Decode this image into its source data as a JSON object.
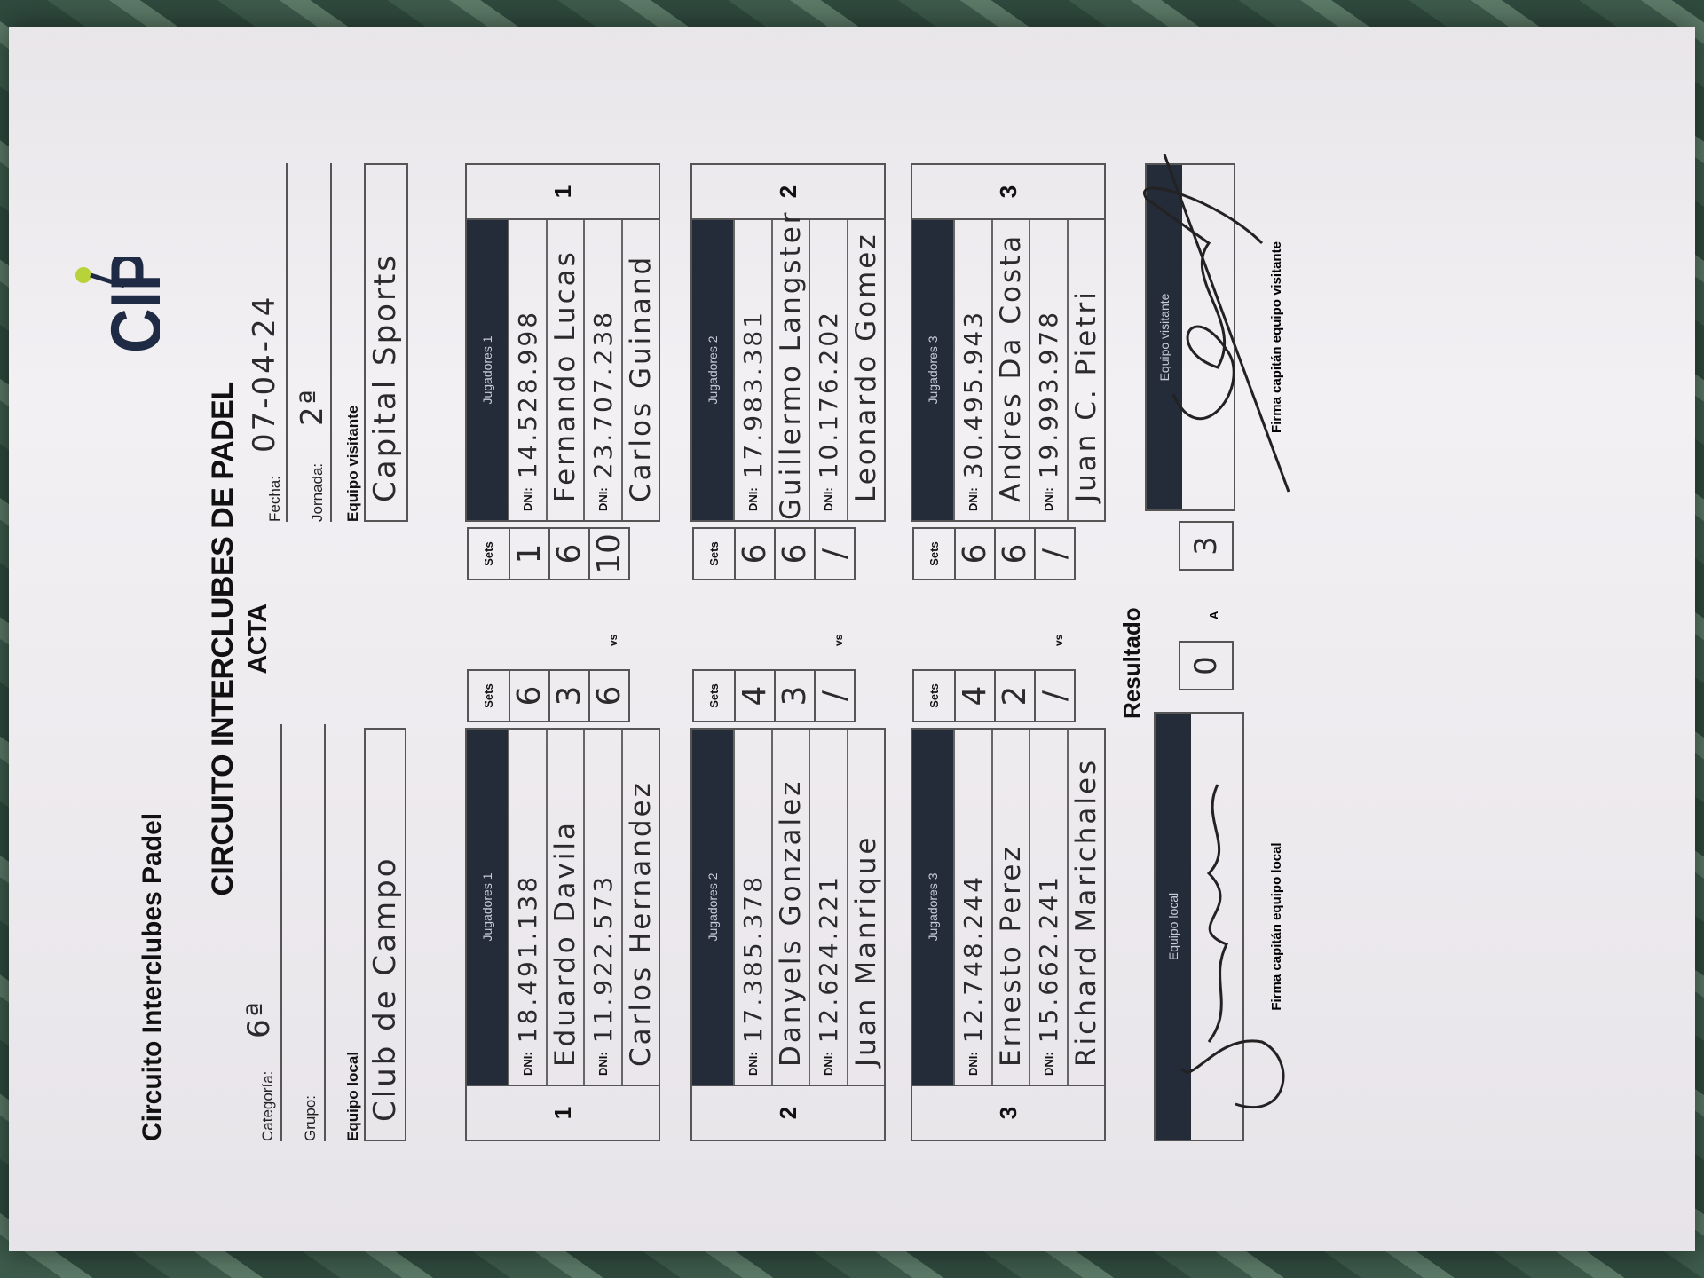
{
  "header": {
    "logo": "CIP",
    "title": "Circuito Interclubes Padel",
    "heading": "CIRCUITO INTERCLUBES DE PADEL",
    "subheading": "ACTA"
  },
  "fields": {
    "categoria": {
      "label": "Categoría:",
      "value": "6ª"
    },
    "grupo": {
      "label": "Grupo:",
      "value": ""
    },
    "fecha": {
      "label": "Fecha:",
      "value": "07-04-24"
    },
    "jornada": {
      "label": "Jornada:",
      "value": "2ª"
    },
    "equipo_local": {
      "label": "Equipo local",
      "value": "Club de Campo"
    },
    "equipo_visitante": {
      "label": "Equipo visitante",
      "value": "Capital Sports"
    }
  },
  "dni_label": "DNI:",
  "sets_label": "Sets",
  "vs_label": "vs",
  "matches": [
    {
      "number": "1",
      "local": {
        "header": "Jugadores 1",
        "p1_dni": "18.491.138",
        "p1_name": "Eduardo Davila",
        "p2_dni": "11.922.573",
        "p2_name": "Carlos Hernandez",
        "sets": [
          "6",
          "3",
          "6"
        ]
      },
      "visitor": {
        "header": "Jugadores 1",
        "p1_dni": "14.528.998",
        "p1_name": "Fernando Lucas",
        "p2_dni": "23.707.238",
        "p2_name": "Carlos Guinand",
        "sets": [
          "1",
          "6",
          "10"
        ]
      }
    },
    {
      "number": "2",
      "local": {
        "header": "Jugadores 2",
        "p1_dni": "17.385.378",
        "p1_name": "Danyels Gonzalez",
        "p2_dni": "12.624.221",
        "p2_name": "Juan Manrique",
        "sets": [
          "4",
          "3",
          "/"
        ]
      },
      "visitor": {
        "header": "Jugadores 2",
        "p1_dni": "17.983.381",
        "p1_name": "Guillermo Langster",
        "p2_dni": "10.176.202",
        "p2_name": "Leonardo Gomez",
        "sets": [
          "6",
          "6",
          "/"
        ]
      }
    },
    {
      "number": "3",
      "local": {
        "header": "Jugadores 3",
        "p1_dni": "12.748.244",
        "p1_name": "Ernesto Perez",
        "p2_dni": "15.662.241",
        "p2_name": "Richard Marichales",
        "sets": [
          "4",
          "2",
          "/"
        ]
      },
      "visitor": {
        "header": "Jugadores 3",
        "p1_dni": "30.495.943",
        "p1_name": "Andres Da Costa",
        "p2_dni": "19.993.978",
        "p2_name": "Juan C. Pietri",
        "sets": [
          "6",
          "6",
          "/"
        ]
      }
    }
  ],
  "resultado": {
    "label": "Resultado",
    "local": "0",
    "sep": "A",
    "visitor": "3"
  },
  "firmas": {
    "local_header": "Equipo local",
    "visitor_header": "Equipo visitante",
    "local_caption": "Firma capitán equipo local",
    "visitor_caption": "Firma capitán equipo visitante"
  }
}
